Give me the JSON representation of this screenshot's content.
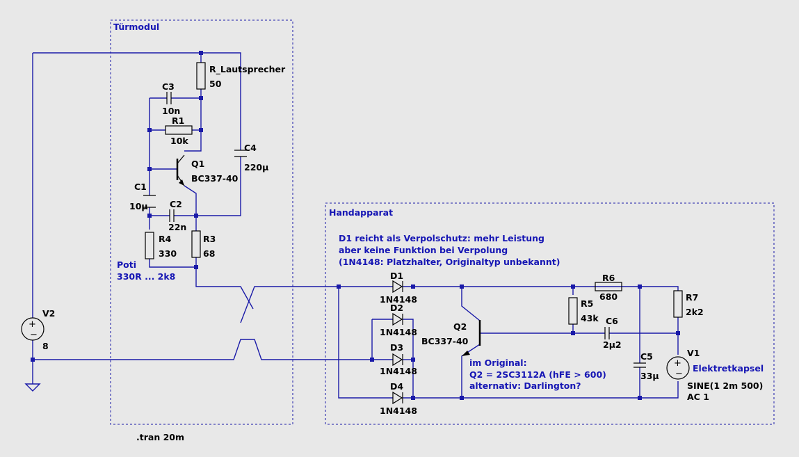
{
  "colors": {
    "background": "#e8e8e8",
    "wire": "#1a1aa8",
    "component": "#000000",
    "comment": "#1616b4"
  },
  "groups": {
    "door_module": "Türmodul",
    "handset": "Handapparat"
  },
  "components": {
    "R_spk": {
      "name": "R_Lautsprecher",
      "value": "50"
    },
    "C3": {
      "name": "C3",
      "value": "10n"
    },
    "R1": {
      "name": "R1",
      "value": "10k"
    },
    "C4": {
      "name": "C4",
      "value": "220µ"
    },
    "Q1": {
      "name": "Q1",
      "value": "BC337-40"
    },
    "C1": {
      "name": "C1",
      "value": "10µ"
    },
    "C2": {
      "name": "C2",
      "value": "22n"
    },
    "R4": {
      "name": "R4",
      "value": "330"
    },
    "R3": {
      "name": "R3",
      "value": "68"
    },
    "V2": {
      "name": "V2",
      "value": "8"
    },
    "D1": {
      "name": "D1",
      "value": "1N4148"
    },
    "D2": {
      "name": "D2",
      "value": "1N4148"
    },
    "D3": {
      "name": "D3",
      "value": "1N4148"
    },
    "D4": {
      "name": "D4",
      "value": "1N4148"
    },
    "Q2": {
      "name": "Q2",
      "value": "BC337-40"
    },
    "R5": {
      "name": "R5",
      "value": "43k"
    },
    "R6": {
      "name": "R6",
      "value": "680"
    },
    "C6": {
      "name": "C6",
      "value": "2µ2"
    },
    "C5": {
      "name": "C5",
      "value": "33µ"
    },
    "R7": {
      "name": "R7",
      "value": "2k2"
    },
    "V1": {
      "name": "V1",
      "value": "Elektretkapsel",
      "spec1": "SINE(1 2m 500)",
      "spec2": "AC 1"
    }
  },
  "comments": {
    "poti_1": "Poti",
    "poti_2": "330R ... 2k8",
    "d1_1": "D1 reicht als Verpolschutz: mehr Leistung",
    "d1_2": "aber keine Funktion bei Verpolung",
    "d1_3": "(1N4148: Platzhalter, Originaltyp unbekannt)",
    "orig_1": "im Original:",
    "orig_2": "Q2 = 2SC3112A (hFE > 600)",
    "orig_3": "alternativ: Darlington?"
  },
  "directive": ".tran 20m"
}
